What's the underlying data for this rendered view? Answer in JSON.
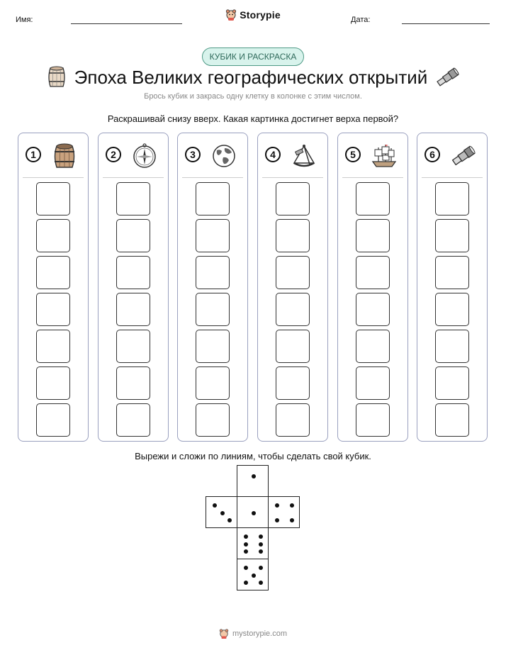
{
  "header": {
    "name_label": "Имя:",
    "date_label": "Дата:",
    "brand": "Storypie"
  },
  "badge": "КУБИК И РАСКРАСКА",
  "title": "Эпоха Великих географических открытий",
  "subtitle": "Брось кубик и закрась одну клетку в колонке с этим числом.",
  "instruction": "Раскрашивай снизу вверх. Какая картинка достигнет верха первой?",
  "columns": [
    {
      "number": "1",
      "icon": "barrel-icon",
      "cells": 7
    },
    {
      "number": "2",
      "icon": "compass-icon",
      "cells": 7
    },
    {
      "number": "3",
      "icon": "globe-icon",
      "cells": 7
    },
    {
      "number": "4",
      "icon": "sextant-icon",
      "cells": 7
    },
    {
      "number": "5",
      "icon": "ship-icon",
      "cells": 7
    },
    {
      "number": "6",
      "icon": "spyglass-icon",
      "cells": 7
    }
  ],
  "cut_instruction": "Вырежи и сложи по линиям, чтобы сделать свой кубик.",
  "dice_faces": [
    1,
    3,
    1,
    4,
    6,
    5
  ],
  "footer": "mystorypie.com"
}
